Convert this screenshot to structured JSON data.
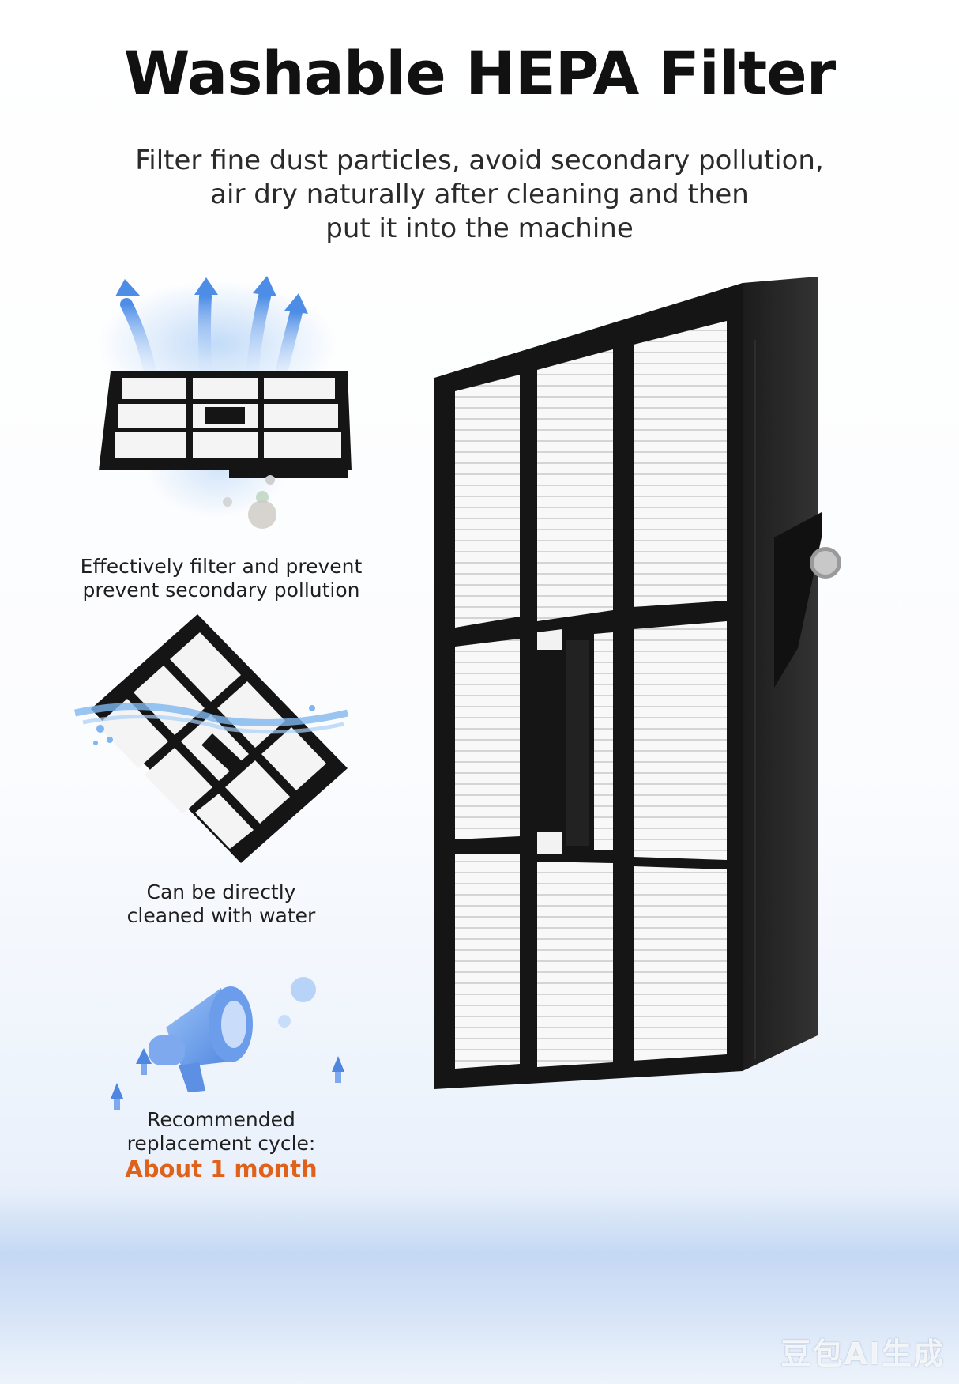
{
  "header": {
    "title": "Washable HEPA Filter",
    "subtitle_lines": [
      "Filter fine dust particles, avoid secondary pollution,",
      "air dry naturally after cleaning and then",
      "put it into the machine"
    ]
  },
  "features": [
    {
      "icon": "airflow-filter-icon",
      "lines": [
        "Effectively filter and prevent",
        "prevent secondary pollution"
      ]
    },
    {
      "icon": "water-wash-filter-icon",
      "lines": [
        "Can be directly",
        "cleaned with water"
      ]
    },
    {
      "icon": "megaphone-icon",
      "lines": [
        "Recommended",
        "replacement cycle:"
      ],
      "highlight": "About 1 month"
    }
  ],
  "watermark": "豆包AI生成",
  "colors": {
    "accent": "#e0611a",
    "frame": "#151515",
    "media": "#f7f7f7",
    "sky_blue": "#6fa6ee"
  }
}
